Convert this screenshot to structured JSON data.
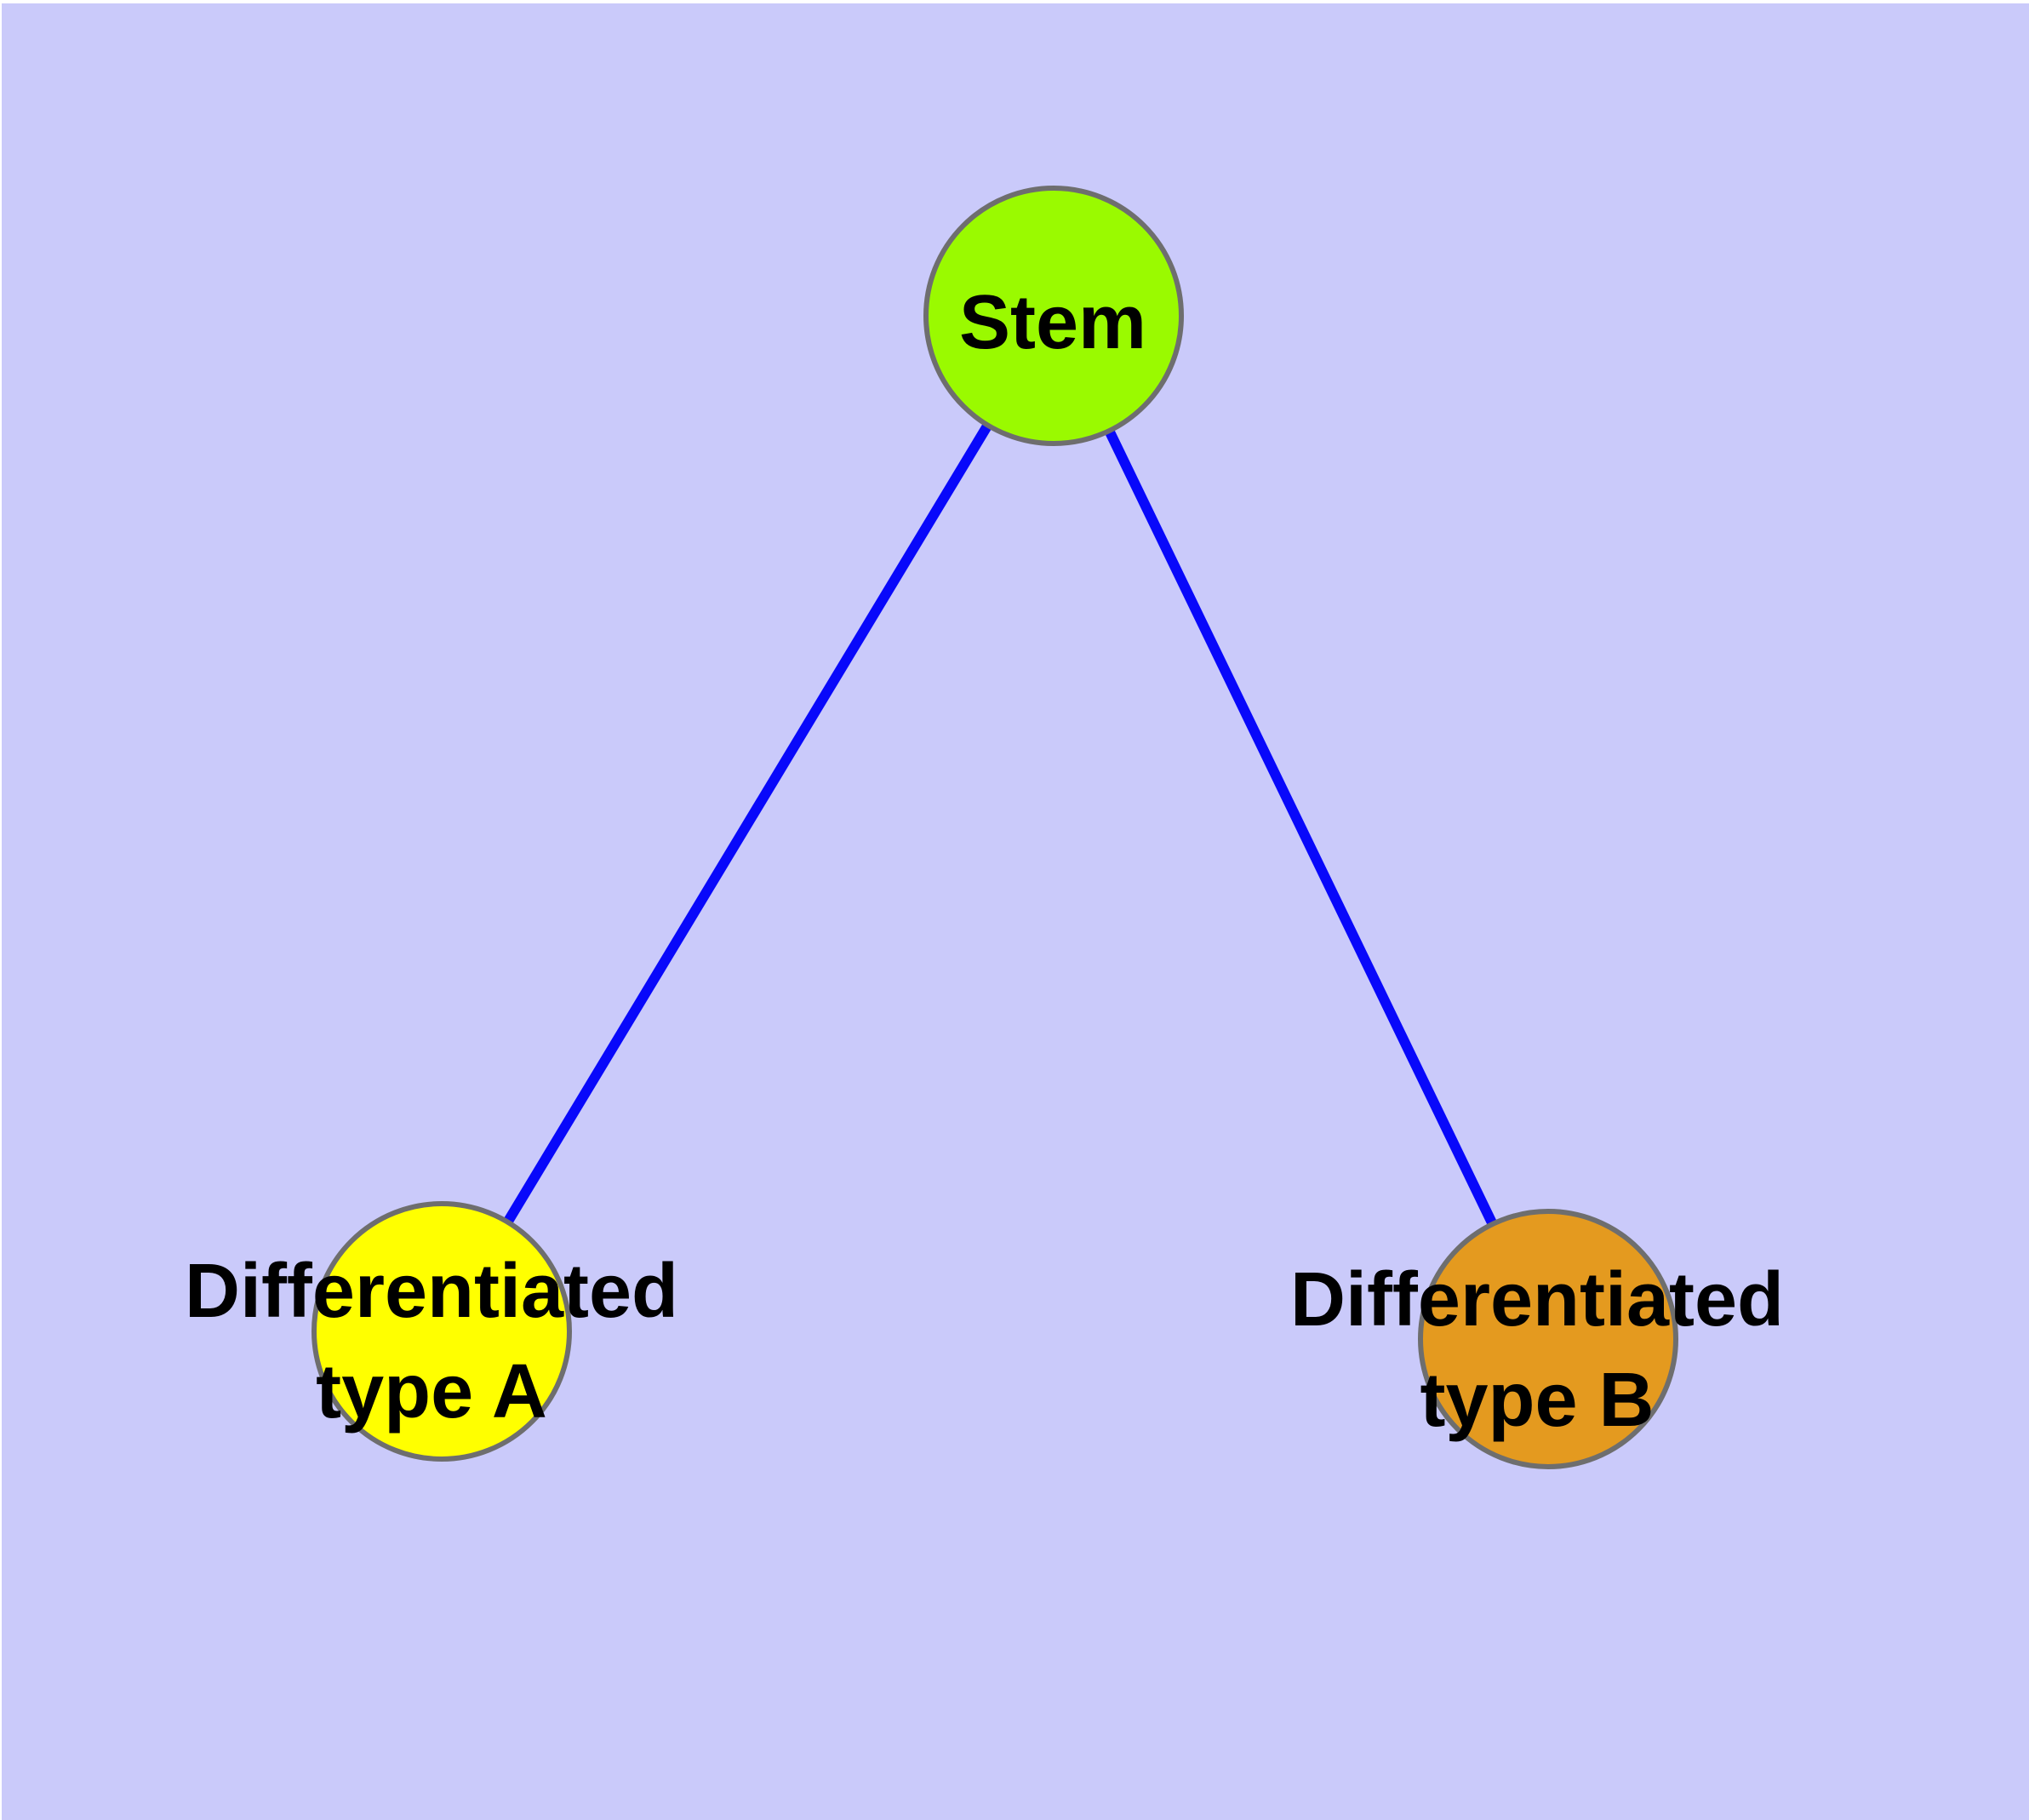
{
  "figure": {
    "type": "graph-diagram",
    "background_color": "#CACAFA",
    "margin_color": "#FFFFFF",
    "edge_color": "#0808FA",
    "node_border_color": "#6E6E6E",
    "label_color": "#000000",
    "nodes": [
      {
        "id": "stem",
        "label": "Stem",
        "fill": "#9AFA00"
      },
      {
        "id": "type-a",
        "label_line1": "Differentiated",
        "label_line2": "type A",
        "fill": "#FFFF00"
      },
      {
        "id": "type-b",
        "label_line1": "Differentiated",
        "label_line2": "type B",
        "fill": "#E49A1F"
      }
    ],
    "edges": [
      {
        "from": "Stem",
        "to": "Differentiated type A"
      },
      {
        "from": "Stem",
        "to": "Differentiated type B"
      }
    ]
  }
}
